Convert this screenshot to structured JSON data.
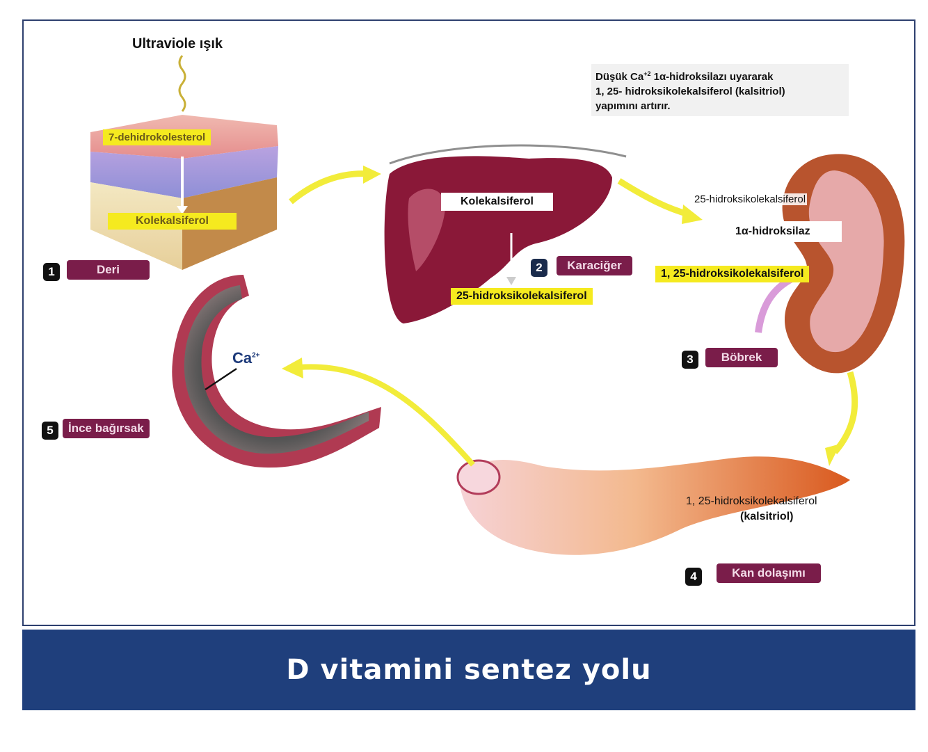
{
  "diagram": {
    "uv_label": "Ultraviole ışık",
    "skin": {
      "top_label": "7-dehidrokolesterol",
      "bottom_label": "Kolekalsiferol",
      "step_number": "1",
      "tag": "Deri"
    },
    "liver": {
      "inner_label": "Kolekalsiferol",
      "output_label": "25-hidroksikolekalsiferol",
      "step_number": "2",
      "tag": "Karaciğer"
    },
    "note": {
      "line1": "Düşük Ca",
      "line1_sup": "+2",
      "line1_rest": " 1α-hidroksilazı uyararak",
      "line2": "1, 25- hidroksikolekalsiferol (kalsitriol)",
      "line3": "yapımını artırır."
    },
    "kidney": {
      "input_label": "25-hidroksikolekalsiferol",
      "enzyme_label": "1α-hidroksilaz",
      "output_label": "1, 25-hidroksikolekalsiferol",
      "step_number": "3",
      "tag": "Böbrek"
    },
    "blood": {
      "label_line1": "1, 25-hidroksikolekalsiferol",
      "label_line2": "(kalsitriol)",
      "step_number": "4",
      "tag": "Kan dolaşımı"
    },
    "intestine": {
      "ion_label": "Ca",
      "ion_charge": "2+",
      "step_number": "5",
      "tag": "İnce bağırsak"
    },
    "colors": {
      "highlight": "#f5ea1f",
      "tag_bg": "#7a1d4a",
      "banner_bg": "#1f3f7c",
      "arrow": "#f2ec3a",
      "liver": "#8a1838",
      "kidney": "#b8542e",
      "blood": "#e8803a"
    }
  },
  "banner": {
    "title": "D vitamini sentez yolu"
  }
}
